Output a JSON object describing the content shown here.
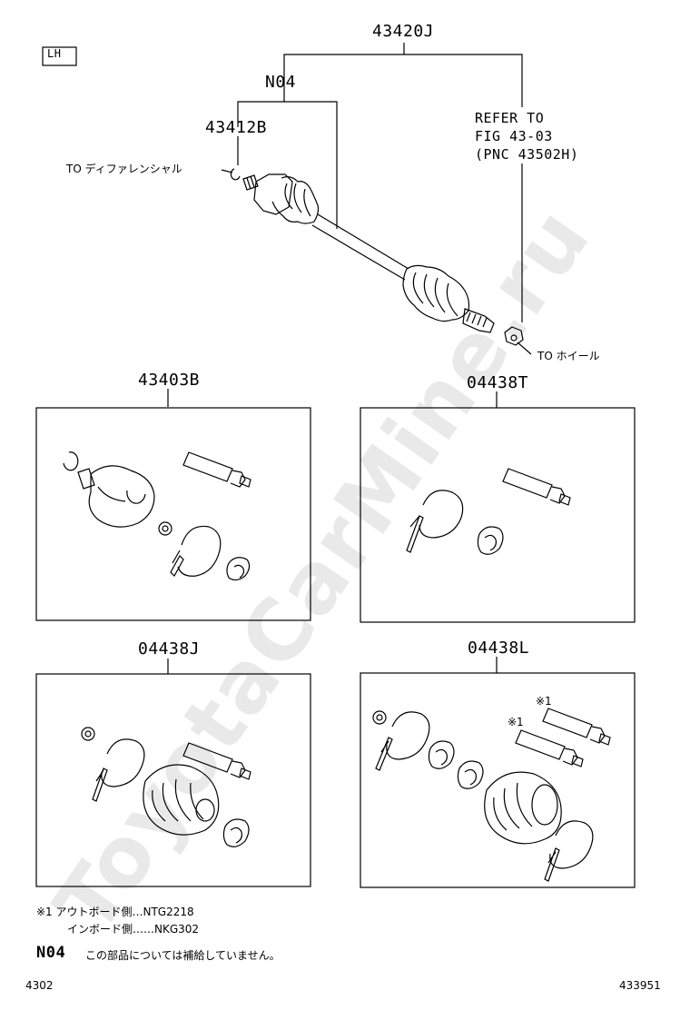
{
  "side_label": "LH",
  "parts": {
    "assembly": "43420J",
    "not_supplied": "N04",
    "shaft": "43412B",
    "kit_inboard": "43403B",
    "kit_grease_band": "04438T",
    "kit_boot": "04438J",
    "kit_full": "04438L"
  },
  "refer": {
    "line1": "REFER TO",
    "line2": "FIG 43-03",
    "line3": "(PNC 43502H)"
  },
  "callouts": {
    "to_differential": "TO ディファレンシャル",
    "to_wheel": "TO ホイール"
  },
  "marks": {
    "m1a": "※1",
    "m1b": "※1"
  },
  "footnotes": {
    "note1_line1": "※1 アウトボード側…NTG2218",
    "note1_line2": "インボード側……NKG302",
    "n04_code": "N04",
    "n04_text": "この部品については補給していません。"
  },
  "footer": {
    "page_left": "4302",
    "page_right": "433951"
  },
  "watermark": "ToyotaCarMine.ru"
}
